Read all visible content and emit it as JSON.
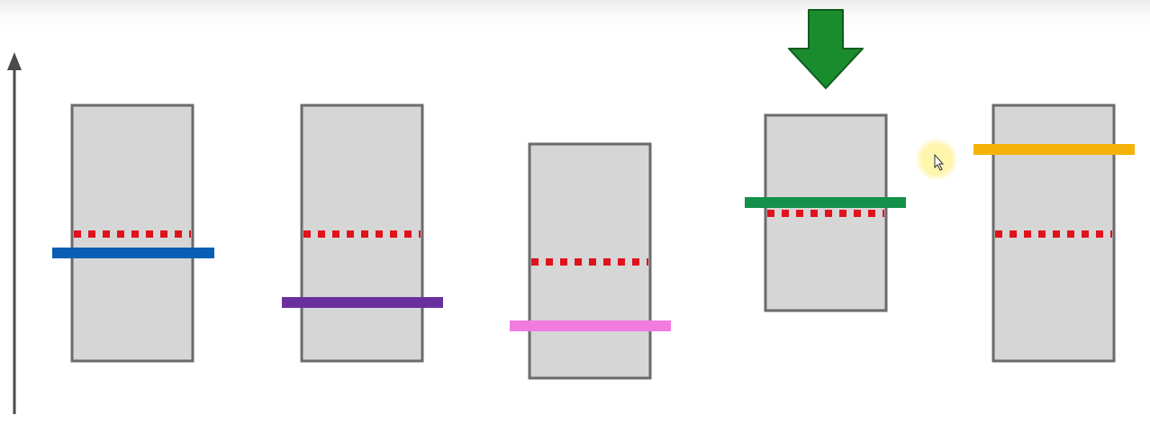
{
  "colors": {
    "background": "#ffffff",
    "box_fill": "#d6d6d6",
    "box_stroke": "#6b6b6b",
    "axis": "#4a4a4a",
    "dotted_line": "#e0121b",
    "down_arrow": "#1a8c2e",
    "cursor_highlight": "#fff7a8"
  },
  "icons": {
    "axis": "up-arrow-icon",
    "selector": "down-arrow-icon",
    "cursor": "mouse-cursor-icon"
  },
  "boxes": [
    {
      "id": "box-1",
      "bar_color": "#0a5fb4",
      "bar_level": "below-dotted"
    },
    {
      "id": "box-2",
      "bar_color": "#6a2f9e",
      "bar_level": "below-dotted"
    },
    {
      "id": "box-3",
      "bar_color": "#f27be0",
      "bar_level": "below-dotted"
    },
    {
      "id": "box-4",
      "bar_color": "#14914a",
      "bar_level": "above-dotted",
      "selected": true
    },
    {
      "id": "box-5",
      "bar_color": "#f5b30a",
      "bar_level": "above-dotted"
    }
  ]
}
